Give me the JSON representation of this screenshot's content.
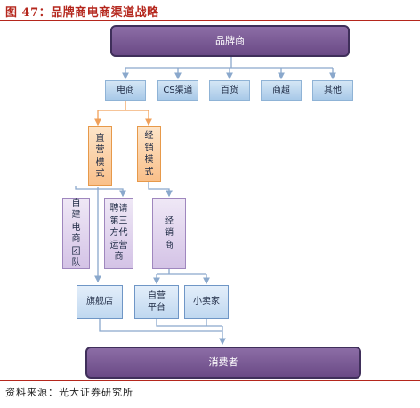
{
  "figure_title": "图 47：品牌商电商渠道战略",
  "source": "资料来源：光大证券研究所",
  "nodes": {
    "brand": "品牌商",
    "channels": [
      "电商",
      "CS渠道",
      "百货",
      "商超",
      "其他"
    ],
    "direct_mode": "直营模式",
    "distribution_mode": "经销模式",
    "own_team": "自建电商团队",
    "third_party": "聘请第三方代运营商",
    "distributor": "经销商",
    "flagship": "旗舰店",
    "own_platform": "自营平台",
    "small_seller": "小卖家",
    "consumer": "消费者"
  },
  "colors": {
    "title_red": "#b5271d",
    "dark_purple": "#7a5b96",
    "channel_blue": "#b9d4ee",
    "orange": "#f9c08a",
    "lilac": "#ddd0ec",
    "light_blue": "#cfe1f4"
  }
}
